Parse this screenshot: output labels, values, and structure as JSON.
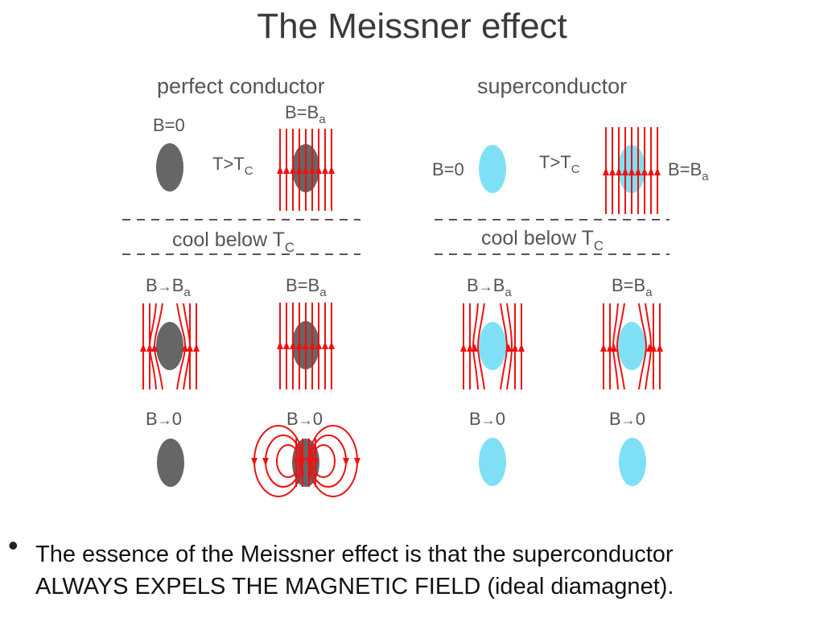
{
  "title": "The Meissner effect",
  "panels": {
    "left_heading": "perfect conductor",
    "right_heading": "superconductor"
  },
  "labels": {
    "b_zero": "B=0",
    "b_equals_ba": "B=Ba",
    "b_arrow_ba": "B→Ba",
    "b_arrow_zero": "B→0",
    "t_gt_tc": "T>Tc",
    "cool_below": "cool below Tc"
  },
  "caption": {
    "bullet": "•",
    "line1": "The essence of the Meissner effect is that the superconductor",
    "line2": "ALWAYS EXPELS THE MAGNETIC FIELD (ideal diamagnet)."
  },
  "colors": {
    "perfect_conductor": "#666666",
    "superconductor": "#7fe0f5",
    "field_lines": "#ee1111",
    "dashes": "#555555"
  }
}
